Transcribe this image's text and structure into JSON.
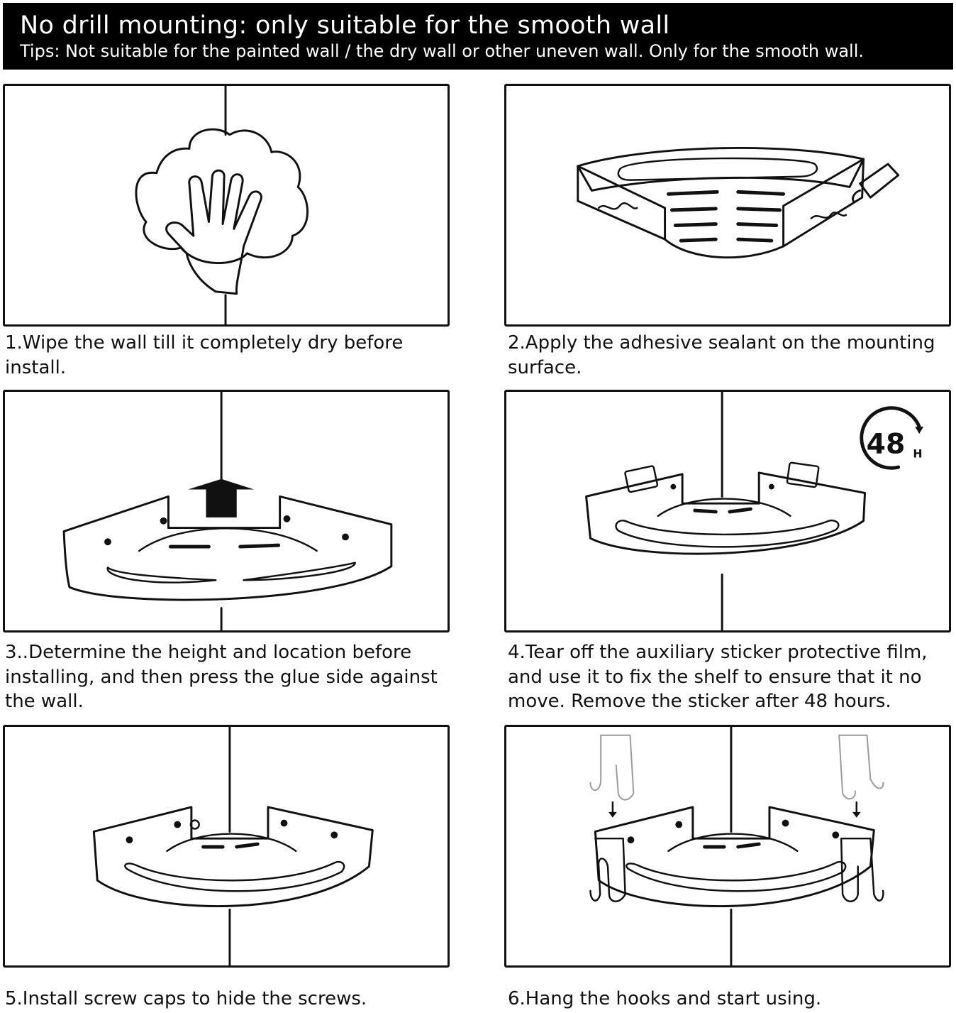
{
  "header": {
    "title": "No drill mounting: only suitable for the smooth wall",
    "tips": "Tips: Not suitable for the painted wall / the dry wall or other uneven wall. Only for the smooth wall."
  },
  "steps": [
    {
      "caption": "1.Wipe the wall till it completely dry before install.",
      "icon": "hand-wiping-cloth-icon"
    },
    {
      "caption": "2.Apply the adhesive sealant on the mounting surface.",
      "icon": "adhesive-tube-icon"
    },
    {
      "caption": "3..Determine the height and location before installing, and then press the glue side against the wall.",
      "icon": "press-arrow-icon"
    },
    {
      "caption": "4.Tear off the auxiliary sticker protective film, and use it to fix the shelf to ensure that it no move. Remove the sticker after 48 hours.",
      "icon": "sticker-tape-icon",
      "badge": {
        "number": "48",
        "unit": "H"
      }
    },
    {
      "caption": "5.Install screw caps to hide the screws.",
      "icon": "screw-cap-icon"
    },
    {
      "caption": "6.Hang the hooks and start using.",
      "icon": "hook-icon"
    }
  ]
}
